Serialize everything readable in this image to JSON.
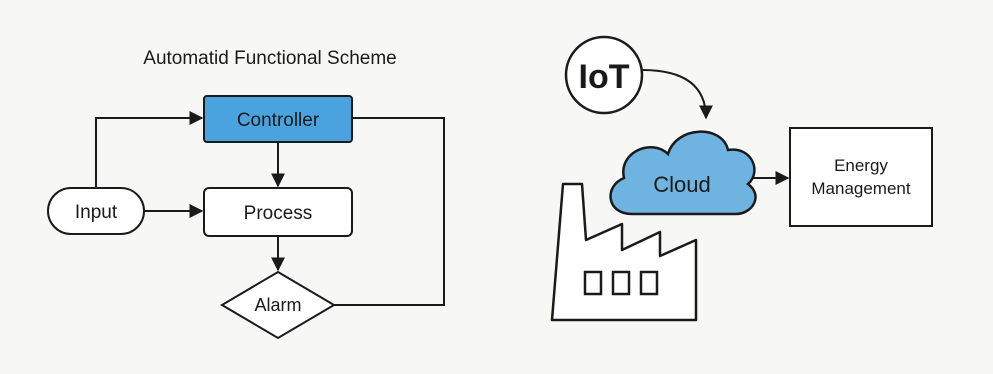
{
  "title": "Automatid Functional Scheme",
  "nodes": {
    "controller": "Controller",
    "process": "Process",
    "input": "Input",
    "alarm": "Alarm",
    "iot": "IoT",
    "cloud": "Cloud",
    "energy_line1": "Energy",
    "energy_line2": "Management"
  },
  "colors": {
    "accent_blue": "#4aa3df",
    "cloud_blue": "#6fb3e0",
    "stroke": "#1a1a1a"
  }
}
